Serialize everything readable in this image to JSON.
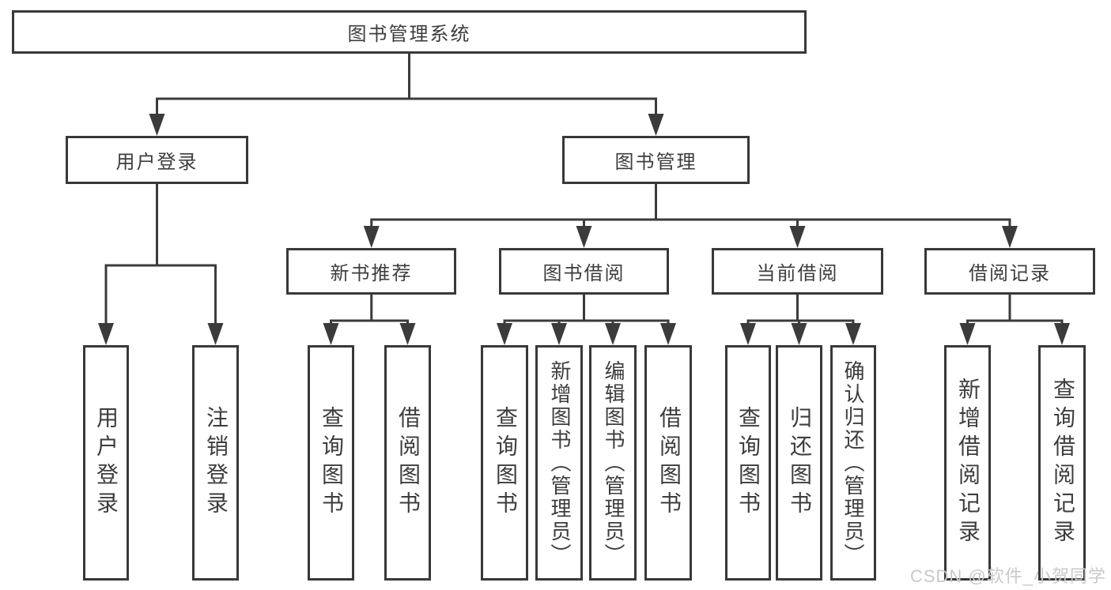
{
  "tree": {
    "label": "图书管理系统",
    "children": [
      {
        "label": "用户登录",
        "children": [
          {
            "label": "用户登录"
          },
          {
            "label": "注销登录"
          }
        ]
      },
      {
        "label": "图书管理",
        "children": [
          {
            "label": "新书推荐",
            "children": [
              {
                "label": "查询图书"
              },
              {
                "label": "借阅图书"
              }
            ]
          },
          {
            "label": "图书借阅",
            "children": [
              {
                "label": "查询图书"
              },
              {
                "label": "新增图书（管理员）"
              },
              {
                "label": "编辑图书（管理员）"
              },
              {
                "label": "借阅图书"
              }
            ]
          },
          {
            "label": "当前借阅",
            "children": [
              {
                "label": "查询图书"
              },
              {
                "label": "归还图书"
              },
              {
                "label": "确认归还（管理员）"
              }
            ]
          },
          {
            "label": "借阅记录",
            "children": [
              {
                "label": "新增借阅记录"
              },
              {
                "label": "查询借阅记录"
              }
            ]
          }
        ]
      }
    ]
  },
  "watermark": {
    "text": "CSDN @软件_小贺同学"
  },
  "colors": {
    "line": "#3b3b3b",
    "border": "#383838",
    "text": "#3d3d3d",
    "background": "#ffffff",
    "watermark": "#c9c9c9"
  }
}
